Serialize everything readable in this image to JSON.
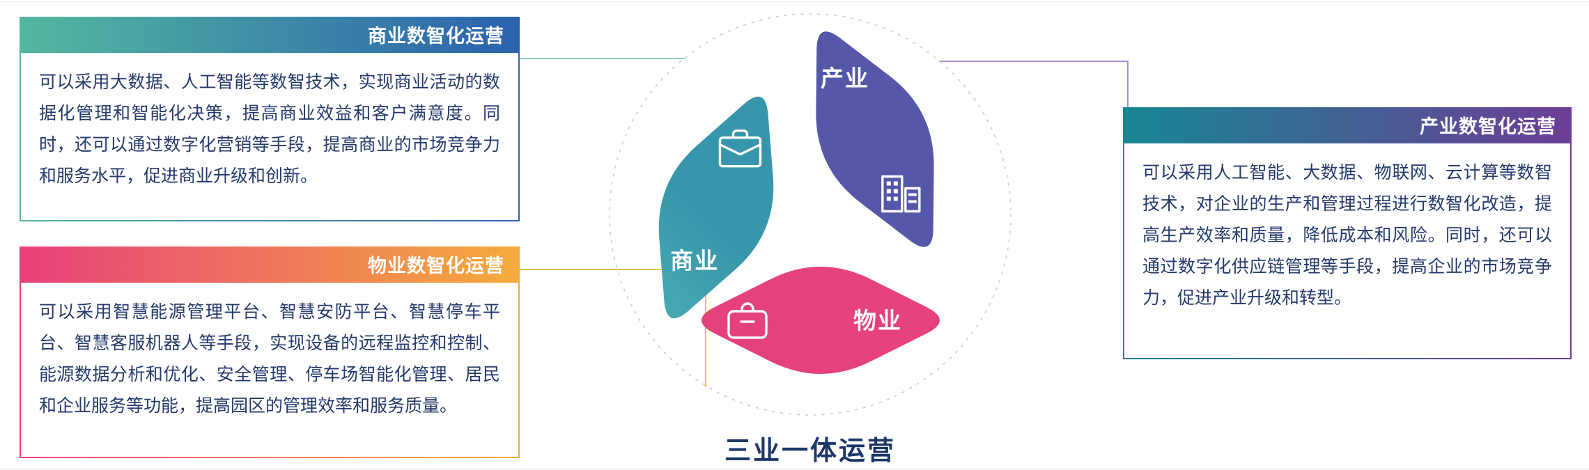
{
  "title": "三业一体运营",
  "cards": {
    "commerce": {
      "title": "商业数智化运营",
      "body": "可以采用大数据、人工智能等数智技术，实现商业活动的数据化管理和智能化决策，提高商业效益和客户满意度。同时，还可以通过数字化营销等手段，提高商业的市场竞争力和服务水平，促进商业升级和创新。",
      "gradient": [
        "#52b79f",
        "#2b62ae"
      ]
    },
    "property": {
      "title": "物业数智化运营",
      "body": "可以采用智慧能源管理平台、智慧安防平台、智慧停车平台、智慧客服机器人等手段，实现设备的远程监控和控制、能源数据分析和优化、安全管理、停车场智能化管理、居民和企业服务等功能，提高园区的管理效率和服务质量。",
      "gradient": [
        "#e7407b",
        "#f4ab3c"
      ]
    },
    "industry": {
      "title": "产业数智化运营",
      "body": "可以采用人工智能、大数据、物联网、云计算等数智技术，对企业的生产和管理过程进行数智化改造，提高生产效率和质量，降低成本和风险。同时，还可以通过数字化供应链管理等手段，提高企业的市场竞争力，促进产业升级和转型。",
      "gradient": [
        "#178793",
        "#6d3d96"
      ]
    }
  },
  "logo": {
    "labels": {
      "commerce": "商业",
      "industry": "产业",
      "property": "物业"
    },
    "icons": {
      "commerce": "briefcase-icon",
      "industry": "buildings-icon",
      "property": "toolbox-icon"
    },
    "gradients": {
      "commerce": [
        "#3796ab",
        "#5fc8bc"
      ],
      "industry": [
        "#5657a8",
        "#7e3a90"
      ],
      "property": [
        "#e5417d",
        "#f3a84a"
      ]
    }
  },
  "colors": {
    "body_text": "#24396b",
    "title_text": "#1d3767",
    "connector_commerce": "#8fd2c5",
    "connector_industry": "#ad8fc9",
    "connector_property": "#eec14f",
    "dashed_circle": "#c8cdd5"
  }
}
